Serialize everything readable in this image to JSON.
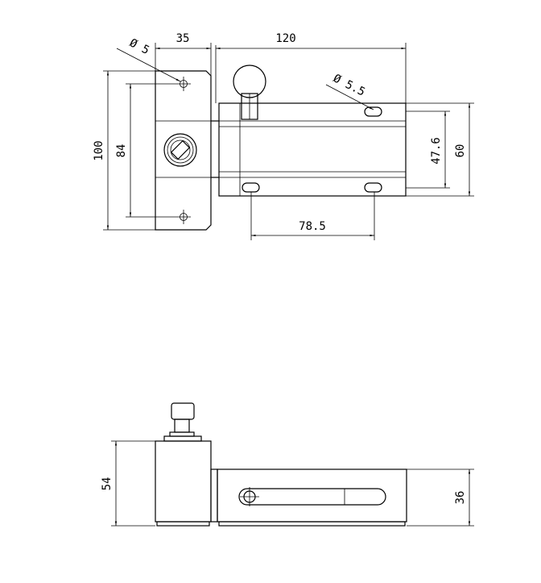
{
  "dimensions": {
    "top_width": "35",
    "top_length": "120",
    "hole_dia": "Ø 5",
    "slot_dia": "Ø 5.5",
    "height_total": "100",
    "hole_pitch": "84",
    "slot_pitch_v": "47.6",
    "body_height": "60",
    "slot_pitch_h": "78.5",
    "side_height": "54",
    "side_body_height": "36"
  }
}
